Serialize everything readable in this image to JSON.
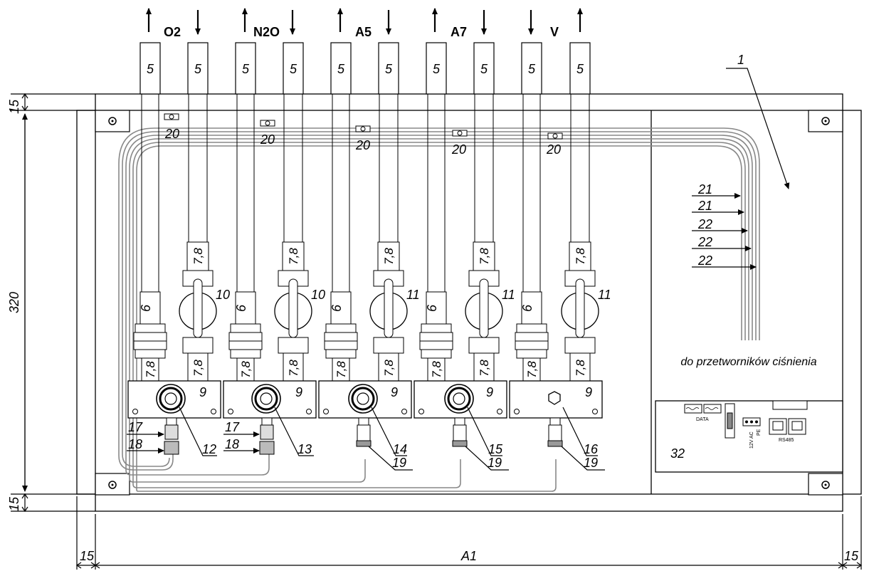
{
  "gases": [
    {
      "label": "O2",
      "arrow_left": "up",
      "arrow_right": "down",
      "pipe_label": "5",
      "valve_num": "10",
      "fitting_num": "12"
    },
    {
      "label": "N2O",
      "arrow_left": "up",
      "arrow_right": "down",
      "pipe_label": "5",
      "valve_num": "10",
      "fitting_num": "13"
    },
    {
      "label": "A5",
      "arrow_left": "up",
      "arrow_right": "down",
      "pipe_label": "5",
      "valve_num": "11",
      "fitting_num": "14"
    },
    {
      "label": "A7",
      "arrow_left": "up",
      "arrow_right": "down",
      "pipe_label": "5",
      "valve_num": "11",
      "fitting_num": "15"
    },
    {
      "label": "V",
      "arrow_left": "down",
      "arrow_right": "up",
      "pipe_label": "5",
      "valve_num": "11",
      "fitting_num": "16"
    }
  ],
  "labels": {
    "tube_6": "6",
    "tube_78": "7,8",
    "block": "9",
    "clamp": "20",
    "part_17": "17",
    "part_18": "18",
    "part_19": "19",
    "part_1": "1",
    "wire_21": "21",
    "wire_22": "22",
    "caption": "do przetworników ciśnienia",
    "part_32": "32",
    "data_conn": "DATA",
    "power_conn": "12V AC",
    "pe": "PE",
    "rs485": "RS485"
  },
  "dimensions": {
    "top_margin": "15",
    "height": "320",
    "bottom_margin": "15",
    "left_margin": "15",
    "width": "A1",
    "right_margin": "15"
  }
}
